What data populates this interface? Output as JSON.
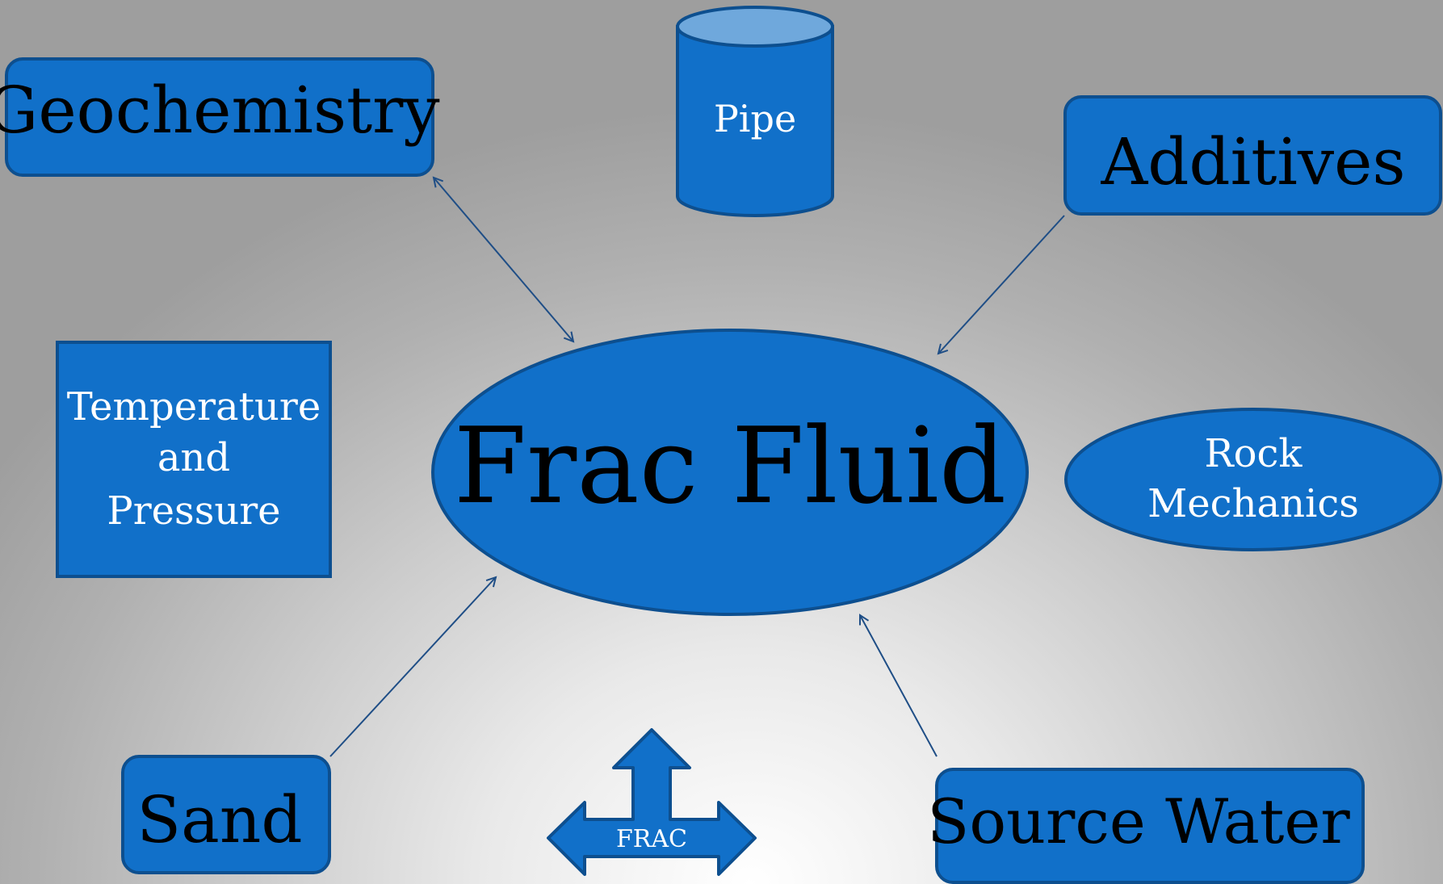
{
  "diagram": {
    "center": "Frac Fluid",
    "nodes": {
      "geochemistry": "Geochemistry",
      "pipe": "Pipe",
      "additives": "Additives",
      "temperature_line1": "Temperature",
      "temperature_line2": "and",
      "temperature_line3": "Pressure",
      "rock_line1": "Rock",
      "rock_line2": "Mechanics",
      "sand": "Sand",
      "frac": "FRAC",
      "source_water": "Source Water"
    }
  },
  "colors": {
    "node_fill": "#1170c9",
    "node_stroke": "#0d4f8f",
    "pipe_top": "#6fa8dc",
    "arrow": "#1f4e86",
    "text_dark": "#000000",
    "text_light": "#ffffff"
  }
}
